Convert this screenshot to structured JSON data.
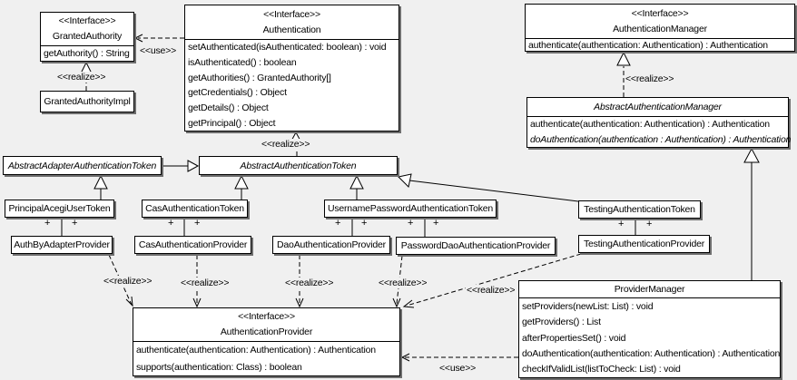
{
  "classes": {
    "granted_authority": {
      "stereotype": "<<Interface>>",
      "name": "GrantedAuthority",
      "methods": [
        "getAuthority() : String"
      ]
    },
    "granted_authority_impl": {
      "name": "GrantedAuthorityImpl"
    },
    "authentication": {
      "stereotype": "<<Interface>>",
      "name": "Authentication",
      "methods": [
        "setAuthenticated(isAuthenticated: boolean) : void",
        "isAuthenticated() : boolean",
        "getAuthorities() : GrantedAuthority[]",
        "getCredentials() : Object",
        "getDetails() : Object",
        "getPrincipal() : Object"
      ]
    },
    "authentication_manager": {
      "stereotype": "<<Interface>>",
      "name": "AuthenticationManager",
      "methods": [
        "authenticate(authentication: Authentication) : Authentication"
      ]
    },
    "abstract_authentication_manager": {
      "name": "AbstractAuthenticationManager",
      "methods": [
        "authenticate(authentication: Authentication) : Authentication",
        "doAuthentication(authentication : Authentication) : Authentication"
      ]
    },
    "abstract_adapter_authentication_token": {
      "name": "AbstractAdapterAuthenticationToken"
    },
    "abstract_authentication_token": {
      "name": "AbstractAuthenticationToken"
    },
    "principal_acegi_user_token": {
      "name": "PrincipalAcegiUserToken"
    },
    "cas_authentication_token": {
      "name": "CasAuthenticationToken"
    },
    "username_password_authentication_token": {
      "name": "UsernamePasswordAuthenticationToken"
    },
    "testing_authentication_token": {
      "name": "TestingAuthenticationToken"
    },
    "auth_by_adapter_provider": {
      "name": "AuthByAdapterProvider"
    },
    "cas_authentication_provider": {
      "name": "CasAuthenticationProvider"
    },
    "dao_authentication_provider": {
      "name": "DaoAuthenticationProvider"
    },
    "password_dao_authentication_provider": {
      "name": "PasswordDaoAuthenticationProvider"
    },
    "testing_authentication_provider": {
      "name": "TestingAuthenticationProvider"
    },
    "authentication_provider": {
      "stereotype": "<<Interface>>",
      "name": "AuthenticationProvider",
      "methods": [
        "authenticate(authentication: Authentication) : Authentication",
        "supports(authentication: Class) : boolean"
      ]
    },
    "provider_manager": {
      "name": "ProviderManager",
      "methods": [
        "setProviders(newList: List) : void",
        "getProviders() : List",
        "afterPropertiesSet() : void",
        "doAuthentication(authentication: Authentication) : Authentication",
        "checkIfValidList(listToCheck: List) : void"
      ]
    }
  },
  "edge_labels": {
    "use_granted_authority": "<<use>>",
    "realize_granted_authority_impl": "<<realize>>",
    "realize_abstract_authentication_token": "<<realize>>",
    "realize_abstract_authentication_manager": "<<realize>>",
    "realize_auth_by_adapter_provider": "<<realize>>",
    "realize_cas_authentication_provider": "<<realize>>",
    "realize_dao_authentication_provider": "<<realize>>",
    "realize_password_dao_authentication_provider": "<<realize>>",
    "realize_testing_authentication_provider": "<<realize>>",
    "use_authentication_provider": "<<use>>",
    "association_end": "+"
  },
  "colors": {
    "background": "#f0f0f0",
    "box_fill": "#ffffff",
    "line": "#000000",
    "shadow": "#6e6e6e"
  }
}
